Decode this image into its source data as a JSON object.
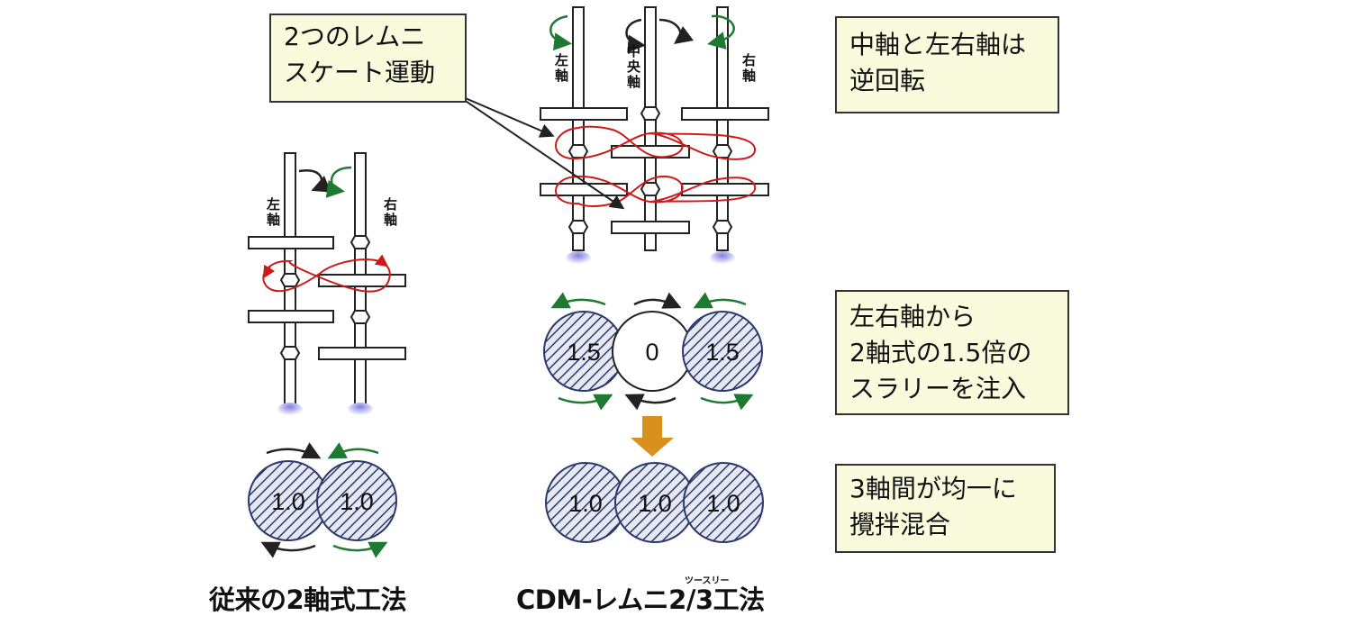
{
  "notes": {
    "skate": "2つのレムニ\nスケート運動",
    "reverse": "中軸と左右軸は\n逆回転",
    "inject": "左右軸から\n2軸式の1.5倍の\nスラリーを注入",
    "uniform": "3軸間が均一に\n攪拌混合"
  },
  "shaft_labels": {
    "left": "左\n軸",
    "center": "中\n央\n軸",
    "right": "右\n軸"
  },
  "circles": {
    "conventional": [
      "1.0",
      "1.0"
    ],
    "cdm_before": [
      "1.5",
      "0",
      "1.5"
    ],
    "cdm_after": [
      "1.0",
      "1.0",
      "1.0"
    ]
  },
  "captions": {
    "conventional": "従来の2軸式工法",
    "cdm": "CDM-レムニ2/3工法",
    "cdm_ruby": "ツースリー"
  },
  "colors": {
    "note_bg": "#fafadc",
    "hatch": "#2b3a6e",
    "orbit_red": "#cc1a1a",
    "arrow_green": "#1e7a32",
    "flow_arrow": "#d9901c",
    "nozzle": "#5a5ac8"
  }
}
